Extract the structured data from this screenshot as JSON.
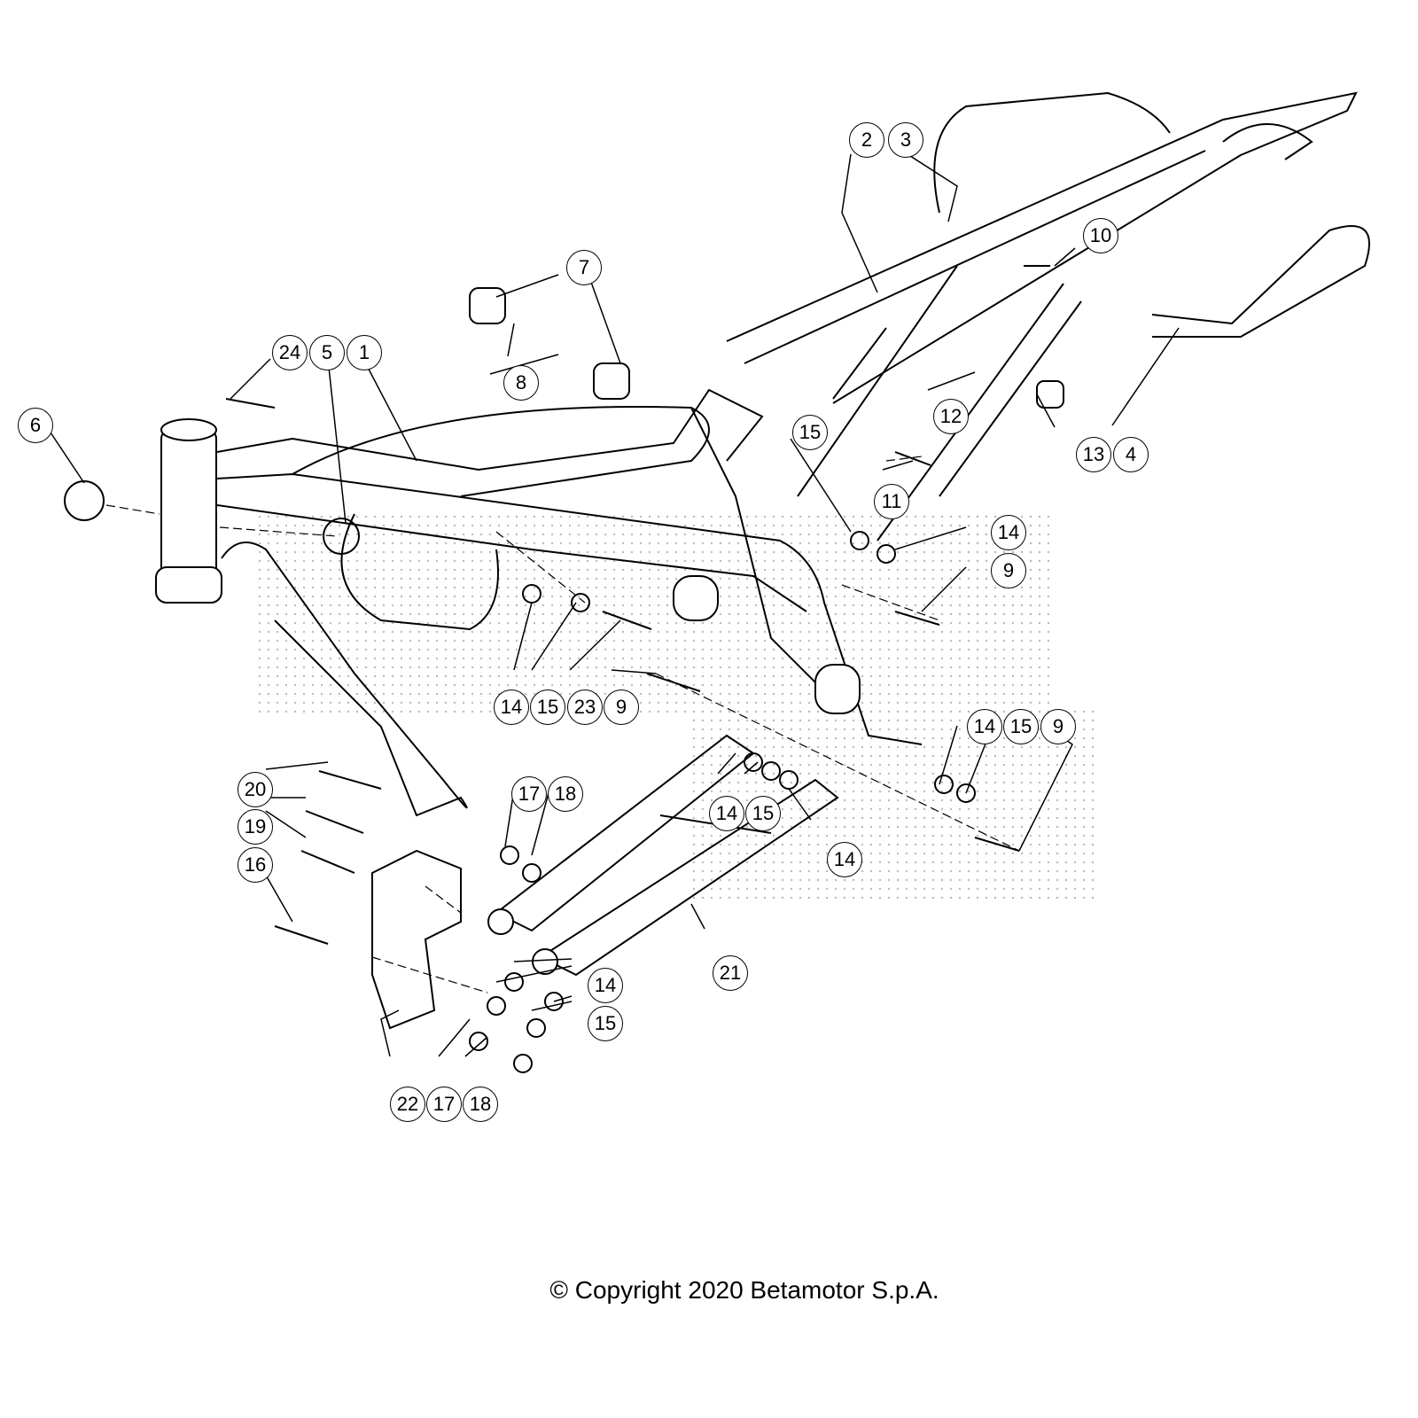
{
  "diagram": {
    "title": "Frame parts exploded view",
    "callouts": [
      "2",
      "3",
      "10",
      "7",
      "8",
      "24",
      "5",
      "1",
      "6",
      "15",
      "12",
      "13",
      "4",
      "11",
      "14",
      "9",
      "14",
      "15",
      "23",
      "9",
      "14",
      "15",
      "9",
      "17",
      "18",
      "20",
      "19",
      "16",
      "14",
      "15",
      "14",
      "21",
      "14",
      "15",
      "22",
      "17",
      "18"
    ]
  },
  "footer": {
    "copyright": "© Copyright 2020 Betamotor S.p.A."
  }
}
